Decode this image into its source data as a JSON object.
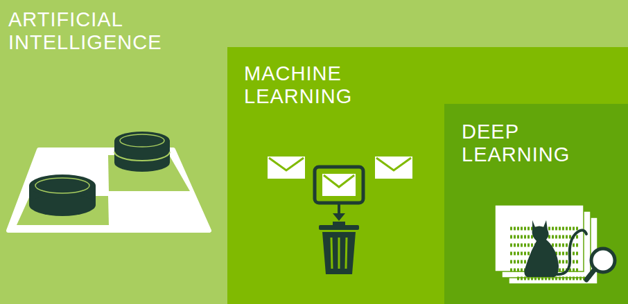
{
  "diagram": {
    "nodes": [
      {
        "text": [
          "ARTIFICIAL INTELLIGENCE"
        ]
      },
      {
        "text": [
          "MACHINE LEARNING"
        ],
        "in": 0
      },
      {
        "text": [
          "DEEP LEARNING"
        ],
        "in": 1
      }
    ]
  }
}
